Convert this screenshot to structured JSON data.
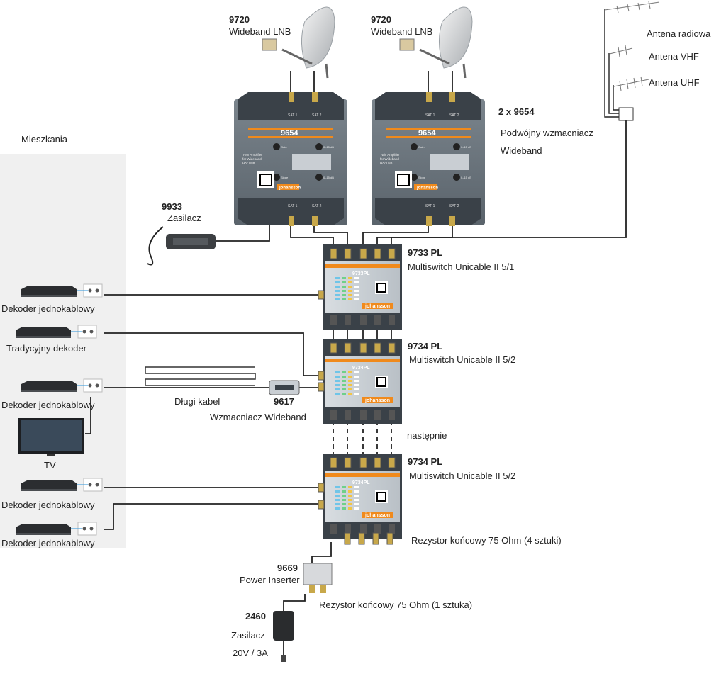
{
  "lnb": [
    {
      "code": "9720",
      "name": "Wideband LNB"
    },
    {
      "code": "9720",
      "name": "Wideband LNB"
    }
  ],
  "antennas": {
    "radio": "Antena radiowa",
    "vhf": "Antena VHF",
    "uhf": "Antena UHF"
  },
  "amplifier": {
    "count_code": "2 x 9654",
    "name_line1": "Podwójny wzmacniacz",
    "name_line2": "Wideband",
    "device_label": "9654",
    "brand": "johansson",
    "body_text": "Twin Amplifier for Wideband H/V LNB",
    "port_sat1": "SAT 1",
    "port_sat2": "SAT 2",
    "gain": "Gain",
    "slope": "Slope",
    "range": "0–15 dB"
  },
  "psu_9933": {
    "code": "9933",
    "name": "Zasilacz"
  },
  "room_label": "Mieszkania",
  "multiswitches": [
    {
      "code": "9733",
      "suffix": "PL",
      "name": "Multiswitch Unicable II 5/1",
      "device_label": "9733PL"
    },
    {
      "code": "9734",
      "suffix": "PL",
      "name": "Multiswitch Unicable II 5/2",
      "device_label": "9734PL"
    },
    {
      "code": "9734",
      "suffix": "PL",
      "name": "Multiswitch Unicable II 5/2",
      "device_label": "9734PL"
    }
  ],
  "next_label": "następnie",
  "devices": {
    "dekoder1": "Dekoder jednokablowy",
    "tradycyjny": "Tradycyjny dekoder",
    "dekoder2": "Dekoder jednokablowy",
    "tv": "TV",
    "dekoder3": "Dekoder jednokablowy",
    "dekoder4": "Dekoder jednokablowy"
  },
  "long_cable": "Długi kabel",
  "amp_9617": {
    "code": "9617",
    "name": "Wzmacniacz Wideband"
  },
  "terminators_4": "Rezystor końcowy 75 Ohm (4 sztuki)",
  "power_inserter": {
    "code": "9669",
    "name": "Power Inserter"
  },
  "terminator_1": "Rezystor końcowy 75 Ohm (1 sztuka)",
  "psu_2460": {
    "code": "2460",
    "name": "Zasilacz",
    "spec": "20V / 3A"
  },
  "colors": {
    "device_dark": "#3a4148",
    "device_mid": "#6b747c",
    "panel": "#c9ced3",
    "accent_orange": "#f08a1c",
    "brand_orange": "#f08a1c",
    "cable": "#222222",
    "connector": "#c8a84a",
    "room_bg": "#f0f0f0"
  }
}
